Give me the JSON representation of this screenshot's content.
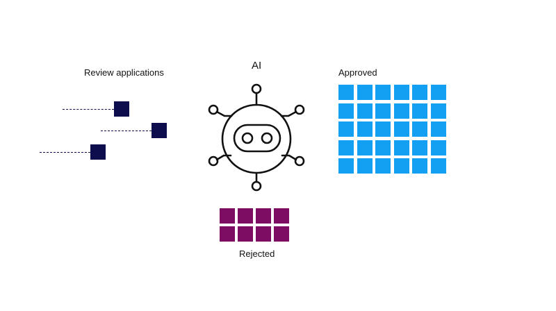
{
  "labels": {
    "review": "Review applications",
    "ai": "AI",
    "approved": "Approved",
    "rejected": "Rejected"
  },
  "counts": {
    "incoming": 3,
    "approved": 30,
    "rejected": 8
  },
  "colors": {
    "incoming": "#0d0d4d",
    "approved": "#14a0f2",
    "rejected": "#7c0d63",
    "icon_stroke": "#111111"
  },
  "icons": {
    "ai": "ai-network-bot-icon"
  }
}
